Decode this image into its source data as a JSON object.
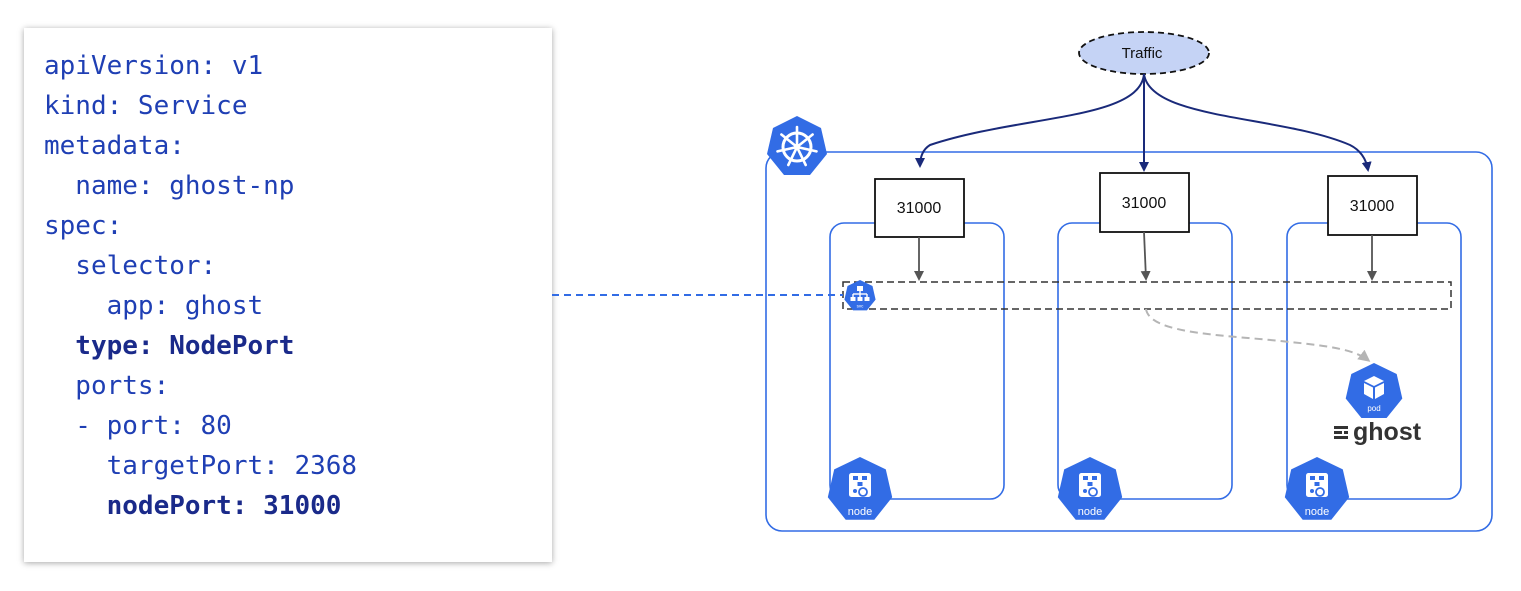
{
  "yaml": {
    "lines": [
      {
        "text": "apiVersion: v1",
        "bold": false
      },
      {
        "text": "kind: Service",
        "bold": false
      },
      {
        "text": "metadata:",
        "bold": false
      },
      {
        "text": "  name: ghost-np",
        "bold": false
      },
      {
        "text": "spec:",
        "bold": false
      },
      {
        "text": "  selector:",
        "bold": false
      },
      {
        "text": "    app: ghost",
        "bold": false
      },
      {
        "text": "  type: NodePort",
        "bold": true
      },
      {
        "text": "  ports:",
        "bold": false
      },
      {
        "text": "  - port: 80",
        "bold": false
      },
      {
        "text": "    targetPort: 2368",
        "bold": false
      },
      {
        "text": "    nodePort: 31000",
        "bold": true
      }
    ]
  },
  "diagram": {
    "traffic_label": "Traffic",
    "node_ports": [
      "31000",
      "31000",
      "31000"
    ],
    "node_labels": [
      "node",
      "node",
      "node"
    ],
    "svc_label": "svc",
    "pod_label": "pod",
    "ghost_label": "ghost",
    "colors": {
      "k8s_blue": "#326ce5",
      "arrow_navy": "#1a2a7a",
      "traffic_fill": "#c5d3f5",
      "code_blue": "#1f3fb4"
    }
  }
}
